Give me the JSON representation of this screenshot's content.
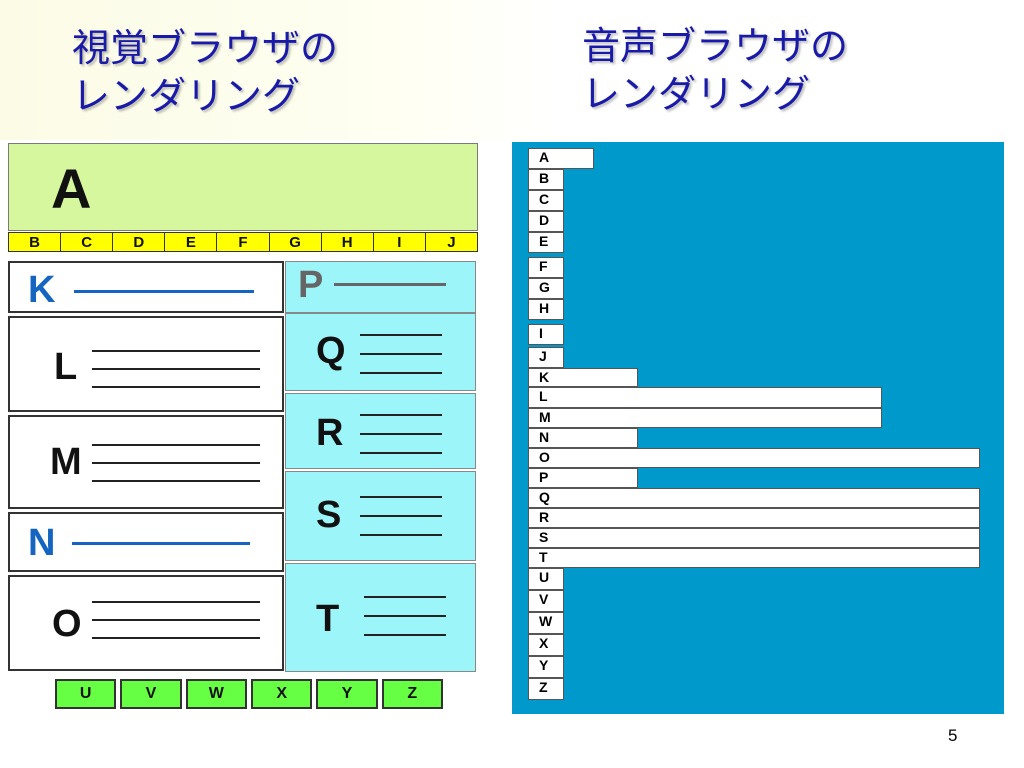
{
  "titles": {
    "visual": "視覚ブラウザの\nレンダリング",
    "audio": "音声ブラウザの\nレンダリング"
  },
  "visual": {
    "header": "A",
    "nav": [
      "B",
      "C",
      "D",
      "E",
      "F",
      "G",
      "H",
      "I",
      "J"
    ],
    "left_column": [
      "K",
      "L",
      "M",
      "N",
      "O"
    ],
    "right_column": [
      "P",
      "Q",
      "R",
      "S",
      "T"
    ],
    "footer": [
      "U",
      "V",
      "W",
      "X",
      "Y",
      "Z"
    ]
  },
  "audio": {
    "items": [
      "A",
      "B",
      "C",
      "D",
      "E",
      "F",
      "G",
      "H",
      "I",
      "J",
      "K",
      "L",
      "M",
      "N",
      "O",
      "P",
      "Q",
      "R",
      "S",
      "T",
      "U",
      "V",
      "W",
      "X",
      "Y",
      "Z"
    ]
  },
  "colors": {
    "title": "#1a1aa8",
    "header_green": "#d6f79e",
    "nav_yellow": "#ffff00",
    "cyan": "#9bf5f9",
    "footer_green": "#66ff44",
    "audio_blue": "#0099cc",
    "link_blue": "#1565c0"
  },
  "page_number": "5"
}
